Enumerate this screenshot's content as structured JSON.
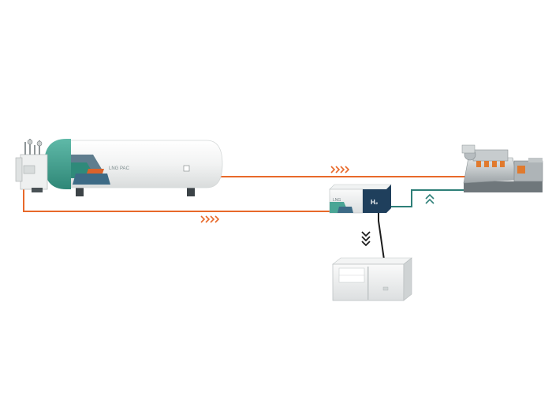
{
  "tank": {
    "label": "LNG PAC",
    "tag": "•"
  },
  "reformer": {
    "label": "LNG",
    "h2_label": "H₂"
  },
  "colors": {
    "lng_line": "#e8692a",
    "h2_line": "#2e7f78",
    "electric_line": "#1c1c1c",
    "teal": "#4aa595",
    "navy": "#1f3f5c",
    "orange_accent": "#d9622b",
    "tank_body": "#f4f5f5"
  },
  "flow_markers": {
    "lng_upper": "›››",
    "lng_lower": "›››",
    "h2_up": "∧",
    "power_down": "∨"
  }
}
